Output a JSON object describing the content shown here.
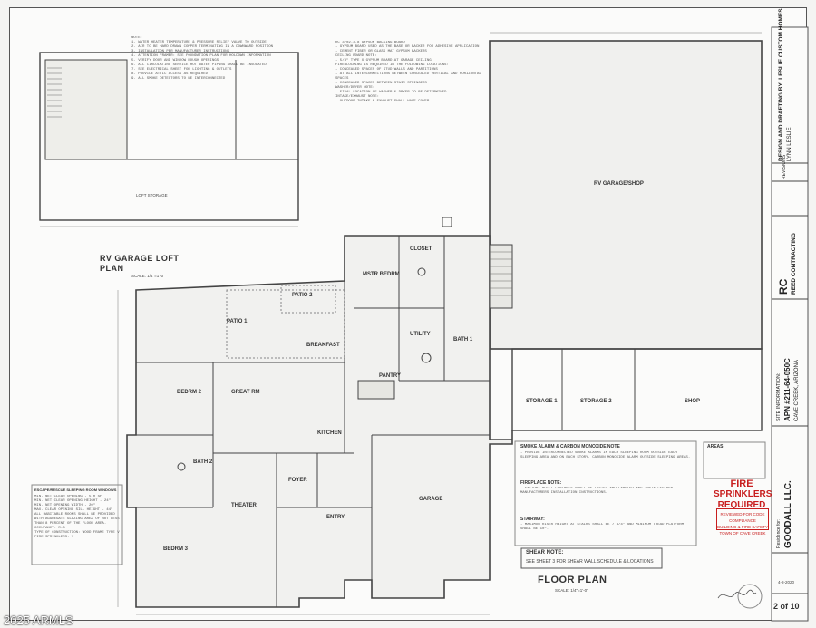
{
  "rooms": {
    "rv_garage_shop": "RV GARAGE/SHOP",
    "storage1": "STORAGE 1",
    "storage2": "STORAGE 2",
    "shop": "SHOP",
    "garage": "GARAGE",
    "patio1": "PATIO 1",
    "patio2": "PATIO 2",
    "great_rm": "GREAT RM",
    "breakfast": "BREAKFAST",
    "kitchen": "KITCHEN",
    "master_bedrm": "MSTR BEDRM",
    "closet": "CLOSET",
    "bath1": "BATH 1",
    "bath2": "BATH 2",
    "bedrm2": "BEDRM 2",
    "bedrm3": "BEDRM 3",
    "theater": "THEATER",
    "foyer": "FOYER",
    "entry": "ENTRY",
    "utility": "UTILITY",
    "pantry": "PANTRY",
    "loft_storage": "LOFT STORAGE"
  },
  "titles": {
    "rv_loft": "RV GARAGE LOFT PLAN",
    "rv_loft_scale": "SCALE: 1/4\"=1'-0\"",
    "floor_plan": "FLOOR PLAN",
    "floor_plan_scale": "SCALE: 1/4\"=1'-0\"",
    "shear_note_title": "SHEAR NOTE:",
    "shear_note": "SEE SHEET 3 FOR SHEAR WALL SCHEDULE & LOCATIONS",
    "smoke_alarm": "SMOKE ALARM & CARBON MONOXIDE NOTE",
    "fireplace_note": "FIREPLACE NOTE:",
    "stairway": "STAIRWAY:",
    "areas": "AREAS",
    "escape": "ESCAPE/RESCUE SLEEPING ROOM WINDOWS"
  },
  "fire": {
    "line1": "FIRE",
    "line2": "SPRINKLERS",
    "line3": "REQUIRED",
    "stamp1": "REVIEWED FOR CODE COMPLIANCE",
    "stamp2": "BUILDING & FIRE SAFETY",
    "stamp3": "TOWN OF CAVE CREEK"
  },
  "title_block": {
    "designer": "DESIGN AND DRAFTING BY: LESLIE CUSTOM HOMES",
    "designer_sub": "LYNN LESLIE",
    "contractor_logo": "RC",
    "contractor": "REED CONTRACTING",
    "site_info": "SITE INFORMATION:",
    "apn": "APN #211-64-050C",
    "address": "CAVE CREEK, ARIZONA",
    "residence_for": "Residence for:",
    "owner": "GOODALL LLC.",
    "revisions": "REVISIONS",
    "sheet": "2 of 10",
    "date": "4-8-2020"
  },
  "watermark": "2025 ARMLS"
}
